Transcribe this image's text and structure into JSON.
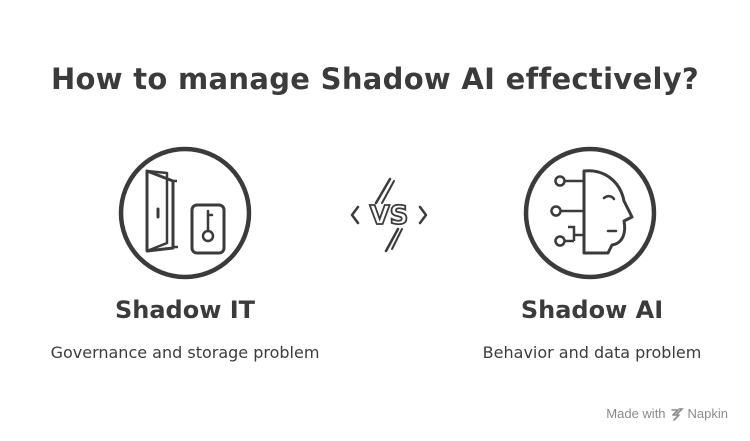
{
  "title": "How to manage Shadow AI effectively?",
  "left": {
    "icon": "door-key-icon",
    "title": "Shadow IT",
    "description": "Governance and storage problem"
  },
  "vs": {
    "label": "VS",
    "icon": "lightning-vs-icon"
  },
  "right": {
    "icon": "ai-head-circuit-icon",
    "title": "Shadow AI",
    "description": "Behavior and data problem"
  },
  "footer": {
    "made_with": "Made with",
    "brand": "Napkin",
    "logo_icon": "napkin-logo-icon"
  },
  "colors": {
    "stroke": "#3b3b3b",
    "text": "#3b3b3b",
    "footer": "#8a8a8a",
    "background": "#ffffff"
  }
}
